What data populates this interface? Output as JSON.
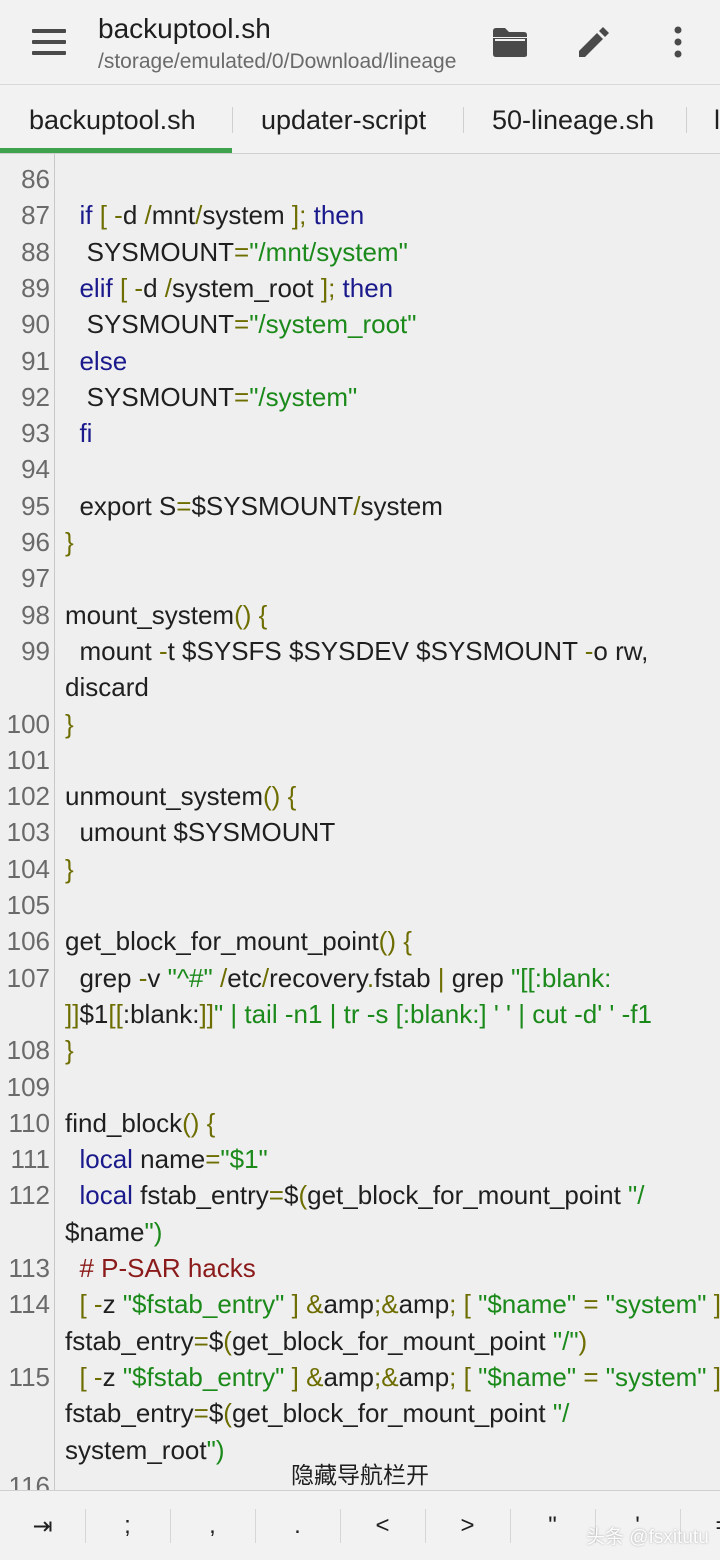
{
  "appbar": {
    "menu_icon": "hamburger-menu-icon",
    "title": "backuptool.sh",
    "subtitle": "/storage/emulated/0/Download/lineage",
    "actions": [
      {
        "name": "folder-open-icon"
      },
      {
        "name": "pencil-edit-icon"
      },
      {
        "name": "more-vertical-icon"
      }
    ]
  },
  "tabs": [
    {
      "label": "backuptool.sh",
      "active": true
    },
    {
      "label": "updater-script",
      "active": false
    },
    {
      "label": "50-lineage.sh",
      "active": false
    },
    {
      "label": "l",
      "active": false
    }
  ],
  "colors": {
    "accent": "#3fa34d",
    "keyword": "#1a1a8c",
    "string": "#1b8a1b",
    "operator": "#6d6d00",
    "comment": "#8b1a1a"
  },
  "editor": {
    "rows": [
      {
        "ln": "86",
        "code": ""
      },
      {
        "ln": "87",
        "code": "  if [ -d /mnt/system ]; then"
      },
      {
        "ln": "88",
        "code": "   SYSMOUNT=\"/mnt/system\""
      },
      {
        "ln": "89",
        "code": "  elif [ -d /system_root ]; then"
      },
      {
        "ln": "90",
        "code": "   SYSMOUNT=\"/system_root\""
      },
      {
        "ln": "91",
        "code": "  else"
      },
      {
        "ln": "92",
        "code": "   SYSMOUNT=\"/system\""
      },
      {
        "ln": "93",
        "code": "  fi"
      },
      {
        "ln": "94",
        "code": ""
      },
      {
        "ln": "95",
        "code": "  export S=$SYSMOUNT/system"
      },
      {
        "ln": "96",
        "code": "}"
      },
      {
        "ln": "97",
        "code": ""
      },
      {
        "ln": "98",
        "code": "mount_system() {"
      },
      {
        "ln": "99",
        "code": "  mount -t $SYSFS $SYSDEV $SYSMOUNT -o rw,"
      },
      {
        "ln": "",
        "code": "discard"
      },
      {
        "ln": "100",
        "code": "}"
      },
      {
        "ln": "101",
        "code": ""
      },
      {
        "ln": "102",
        "code": "unmount_system() {"
      },
      {
        "ln": "103",
        "code": "  umount $SYSMOUNT"
      },
      {
        "ln": "104",
        "code": "}"
      },
      {
        "ln": "105",
        "code": ""
      },
      {
        "ln": "106",
        "code": "get_block_for_mount_point() {"
      },
      {
        "ln": "107",
        "code": "  grep -v \"^#\" /etc/recovery.fstab | grep \"[[:blank:"
      },
      {
        "ln": "",
        "code": "]]$1[[:blank:]]\" | tail -n1 | tr -s [:blank:] ' ' | cut -d' ' -f1"
      },
      {
        "ln": "108",
        "code": "}"
      },
      {
        "ln": "109",
        "code": ""
      },
      {
        "ln": "110",
        "code": "find_block() {"
      },
      {
        "ln": "111",
        "code": "  local name=\"$1\""
      },
      {
        "ln": "112",
        "code": "  local fstab_entry=$(get_block_for_mount_point \"/"
      },
      {
        "ln": "",
        "code": "$name\")"
      },
      {
        "ln": "113",
        "code": "  # P-SAR hacks"
      },
      {
        "ln": "114",
        "code": "  [ -z \"$fstab_entry\" ] && [ \"$name\" = \"system\" ] &&"
      },
      {
        "ln": "",
        "code": "fstab_entry=$(get_block_for_mount_point \"/\")"
      },
      {
        "ln": "115",
        "code": "  [ -z \"$fstab_entry\" ] && [ \"$name\" = \"system\" ] &&"
      },
      {
        "ln": "",
        "code": "fstab_entry=$(get_block_for_mount_point \"/"
      },
      {
        "ln": "",
        "code": "system_root\")"
      },
      {
        "ln": "116",
        "code": ""
      }
    ]
  },
  "toast": "隐藏导航栏开",
  "symbols": [
    "⇥",
    ";",
    ",",
    ".",
    "<",
    ">",
    "\"",
    "'",
    "="
  ],
  "watermark": "头条 @fsxitutu"
}
